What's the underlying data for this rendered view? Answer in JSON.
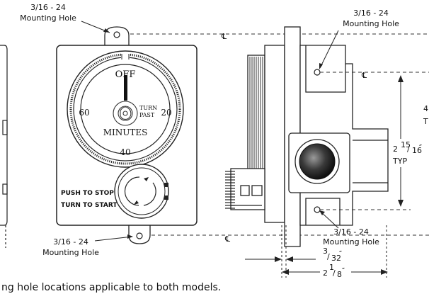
{
  "labels": {
    "hole_size": "3/16 - 24",
    "mounting_hole": "Mounting Hole",
    "centerline": "℄",
    "push_to_stop": "PUSH TO STOP",
    "turn_to_start": "TURN TO START",
    "typ": "TYP",
    "edge_digit": "4",
    "edge_letter": "T"
  },
  "dial": {
    "off": "OFF",
    "sixty": "60",
    "twenty": "20",
    "forty": "40",
    "minutes": "MINUTES",
    "turn": "TURN",
    "past": "PAST"
  },
  "dimensions": {
    "height_whole": "2",
    "height_num": "15",
    "height_den": "16",
    "offset_num": "3",
    "offset_den": "32",
    "width_whole": "2",
    "width_num": "1",
    "width_den": "8",
    "inch_mark": "″"
  },
  "caption": "ng hole locations applicable to both models."
}
